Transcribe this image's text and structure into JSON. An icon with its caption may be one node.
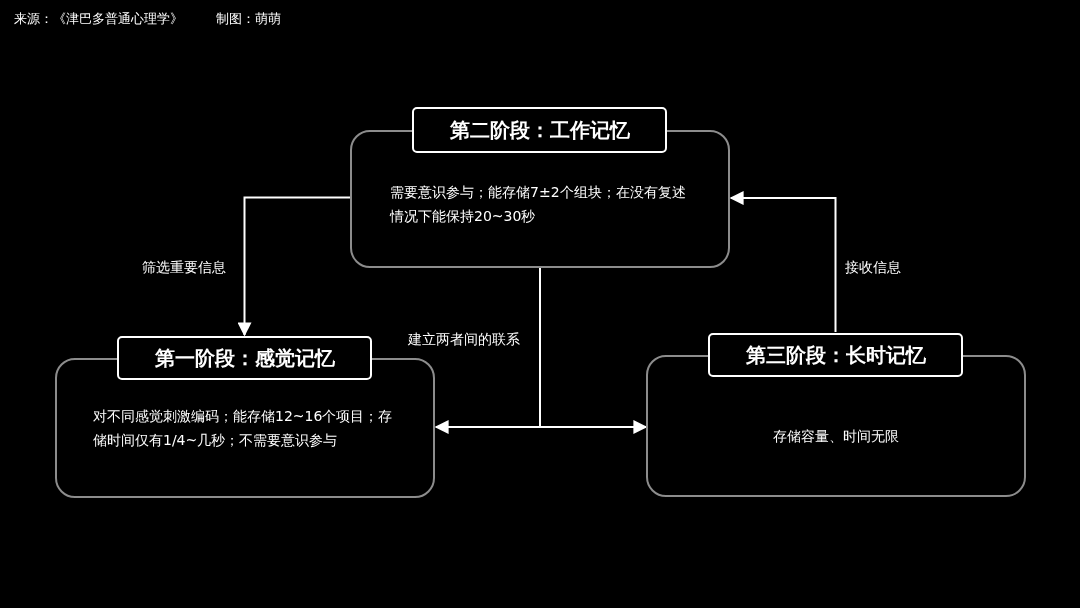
{
  "diagram": {
    "nodes": [
      {
        "text": [
          "第二阶段：工作记忆"
        ]
      },
      {
        "text": [
          "需要意识参与；能存储7±2个组块；在没有复述情况下能保持20~30秒"
        ]
      },
      {
        "text": [
          "第一阶段：感觉记忆"
        ]
      },
      {
        "text": [
          "对不同感觉刺激编码；能存储12~16个项目；存储时间仅有1/4~几秒；不需要意识参与"
        ]
      },
      {
        "text": [
          "第三阶段：长时记忆"
        ]
      },
      {
        "text": [
          "存储容量、时间无限"
        ]
      }
    ],
    "edges": [
      {
        "from": 1,
        "to": 2,
        "arrow": "to",
        "label": "筛选重要信息"
      },
      {
        "from": 4,
        "to": 1,
        "arrow": "to",
        "label": "接收信息"
      },
      {
        "from": 1,
        "to": 3,
        "arrow": "to",
        "label": "建立两者间的联系"
      },
      {
        "from": 1,
        "to": 5,
        "arrow": "to"
      }
    ],
    "labels": [
      "来源：《津巴多普通心理学》",
      "制图：萌萌"
    ]
  }
}
